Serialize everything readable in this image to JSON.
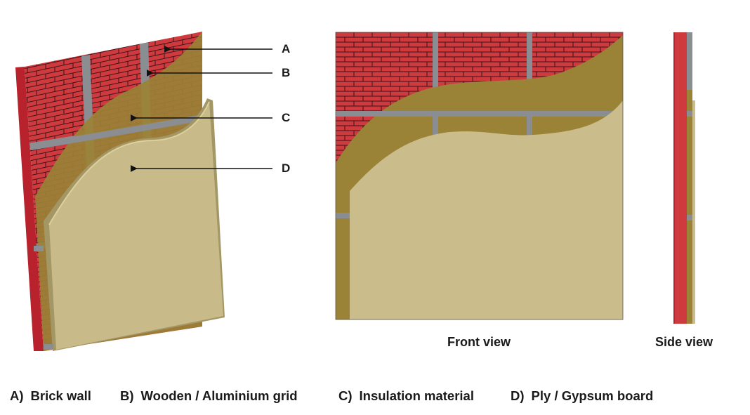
{
  "callouts": {
    "a": "A",
    "b": "B",
    "c": "C",
    "d": "D"
  },
  "captions": {
    "front": "Front view",
    "side": "Side view"
  },
  "legend": [
    {
      "key": "A)",
      "label": "Brick wall"
    },
    {
      "key": "B)",
      "label": "Wooden / Aluminium grid"
    },
    {
      "key": "C)",
      "label": "Insulation material"
    },
    {
      "key": "D)",
      "label": "Ply / Gypsum board"
    }
  ],
  "colors": {
    "brick": "#cf3a3f",
    "brick_edge": "#b8222d",
    "mortar": "#3a1418",
    "grid": "#8a8d92",
    "insulation": "#9a8236",
    "board": "#cbbd8b",
    "board_3d": "#a39765",
    "board_edge": "#ddd09c"
  }
}
